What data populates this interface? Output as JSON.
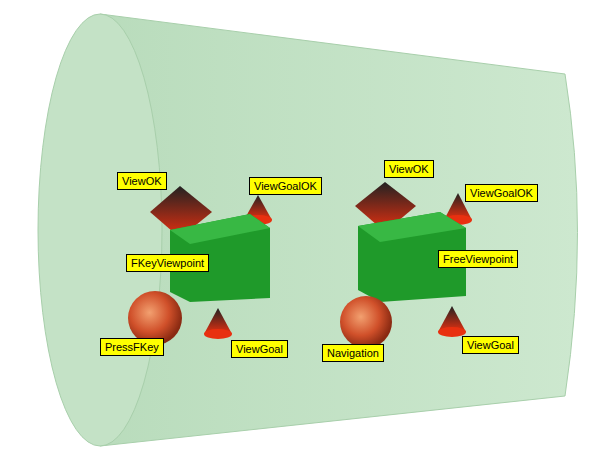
{
  "diagram": {
    "nodes": [
      {
        "text": [
          "ViewOK"
        ]
      },
      {
        "text": [
          "ViewGoalOK"
        ]
      },
      {
        "text": [
          "ViewOK"
        ]
      },
      {
        "text": [
          "ViewGoalOK"
        ]
      },
      {
        "text": [
          "FKeyViewpoint"
        ]
      },
      {
        "text": [
          "FreeViewpoint"
        ]
      },
      {
        "text": [
          "PressFKey"
        ]
      },
      {
        "text": [
          "ViewGoal"
        ]
      },
      {
        "text": [
          "Navigation"
        ]
      },
      {
        "text": [
          "ViewGoal"
        ]
      }
    ]
  }
}
